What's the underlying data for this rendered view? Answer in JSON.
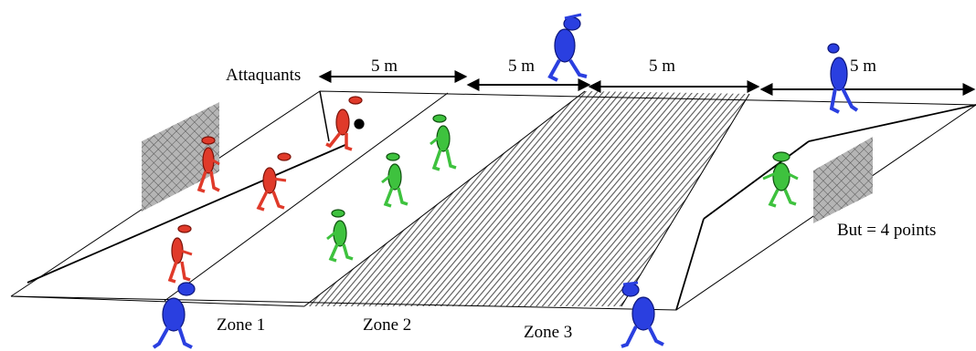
{
  "labels": {
    "attackers": "Attaquants",
    "goal": "But = 4 points"
  },
  "zones": [
    "Zone 1",
    "Zone 2",
    "Zone 3"
  ],
  "distances": [
    "5 m",
    "5 m",
    "5 m",
    "5 m"
  ],
  "colors": {
    "attacker": "#e03a2a",
    "defender": "#3ec23e",
    "coach": "#2a3fe0",
    "net": "#9a9a9a",
    "line": "#000000"
  }
}
